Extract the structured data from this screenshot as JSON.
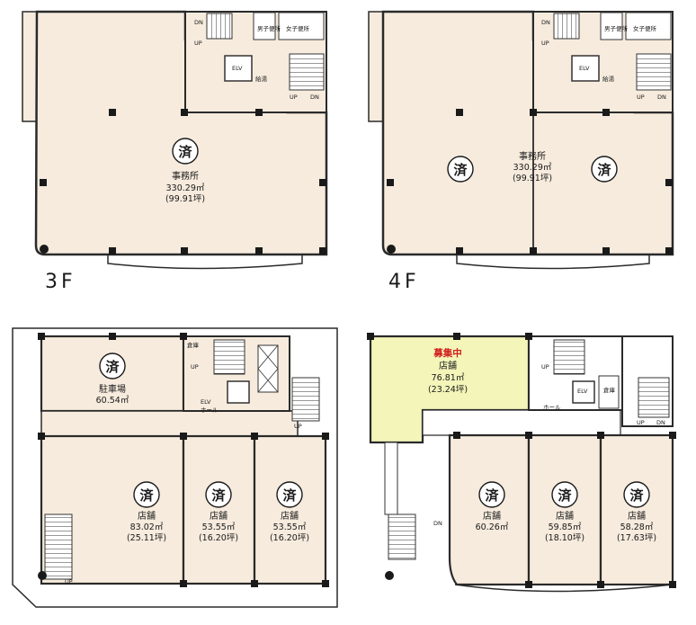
{
  "floors": {
    "f3": {
      "label": "3F"
    },
    "f4": {
      "label": "4F"
    }
  },
  "badge": "済",
  "labels": {
    "up": "UP",
    "dn": "DN",
    "elv": "ELV",
    "hall": "ホール",
    "storage": "倉庫",
    "wc_m": "男子便所",
    "wc_f": "女子便所",
    "kitchen": "給湯"
  },
  "rooms": {
    "f3_office": {
      "name": "事務所",
      "area": "330.29㎡",
      "tsubo": "(99.91坪)"
    },
    "f4_office": {
      "name": "事務所",
      "area": "330.29㎡",
      "tsubo": "(99.91坪)"
    },
    "f1_parking": {
      "name": "駐車場",
      "area": "60.54㎡"
    },
    "f1_shop1": {
      "name": "店舗",
      "area": "83.02㎡",
      "tsubo": "(25.11坪)"
    },
    "f1_shop2": {
      "name": "店舗",
      "area": "53.55㎡",
      "tsubo": "(16.20坪)"
    },
    "f1_shop3": {
      "name": "店舗",
      "area": "53.55㎡",
      "tsubo": "(16.20坪)"
    },
    "f2_vacant": {
      "status": "募集中",
      "name": "店舗",
      "area": "76.81㎡",
      "tsubo": "(23.24坪)"
    },
    "f2_shop1": {
      "name": "店舗",
      "area": "60.26㎡"
    },
    "f2_shop2": {
      "name": "店舗",
      "area": "59.85㎡",
      "tsubo": "(18.10坪)"
    },
    "f2_shop3": {
      "name": "店舗",
      "area": "58.28㎡",
      "tsubo": "(17.63坪)"
    }
  },
  "colors": {
    "room_fill": "#f6ebdd",
    "vacant_fill": "#f3f5b9",
    "wall": "#2a2a2a",
    "recruit_text": "#d21f1f"
  }
}
